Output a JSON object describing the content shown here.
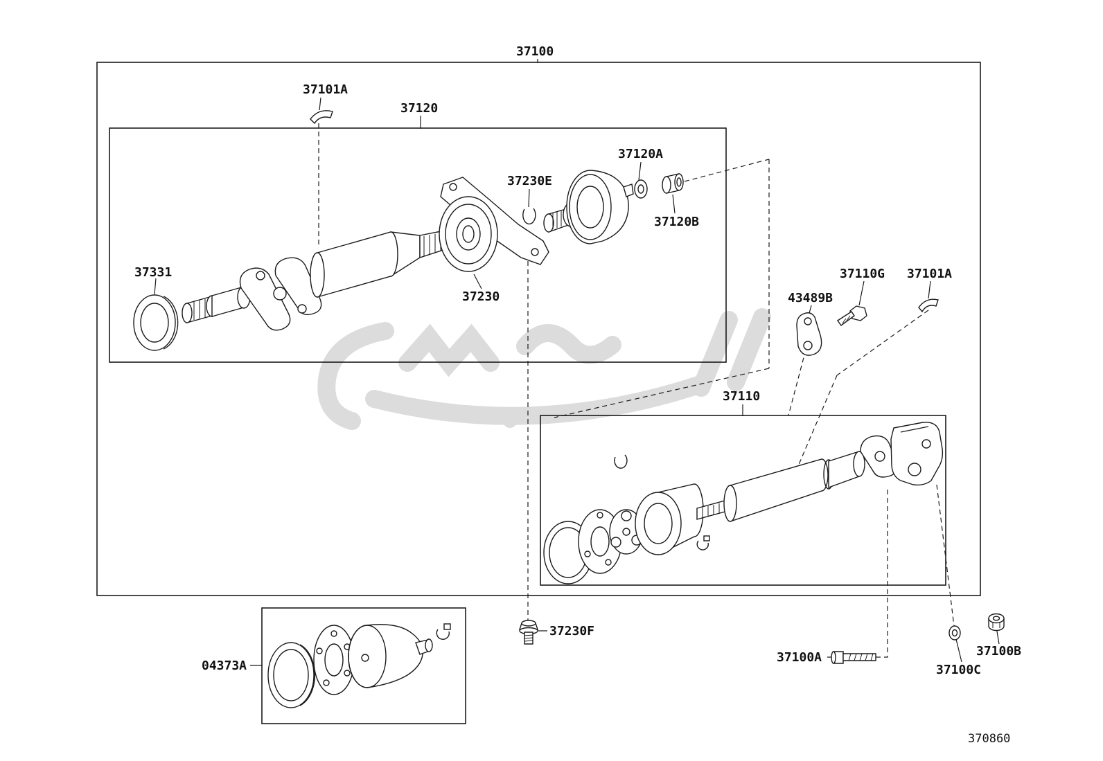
{
  "diagram": {
    "type": "parts-exploded-diagram",
    "subject": "propeller-shaft-assembly",
    "drawing_number": "370860"
  },
  "labels": {
    "p37100": "37100",
    "p37101A_left": "37101A",
    "p37120": "37120",
    "p37120A": "37120A",
    "p37230E": "37230E",
    "p37120B": "37120B",
    "p37331": "37331",
    "p37230": "37230",
    "p37110G": "37110G",
    "p37101A_right": "37101A",
    "p43489B": "43489B",
    "p37110": "37110",
    "p37230F": "37230F",
    "p04373A": "04373A",
    "p37100A": "37100A",
    "p37100B": "37100B",
    "p37100C": "37100C"
  },
  "colors": {
    "line": "#1a1a1a",
    "watermark": "#dcdcdc",
    "background": "#ffffff"
  }
}
